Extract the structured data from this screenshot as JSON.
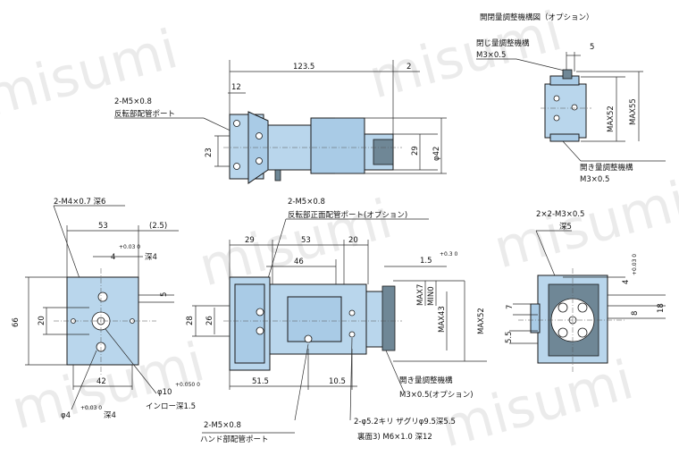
{
  "watermark": "misumi",
  "option_view": {
    "title": "開閉量調整機構図（オプション）",
    "close_label": "閉じ量調整機構",
    "close_spec": "M3×0.5",
    "open_label": "開き量調整機構",
    "open_spec": "M3×0.5",
    "dim_5": "5",
    "dim_max52": "MAX52",
    "dim_max55": "MAX55"
  },
  "top_view": {
    "dim_123_5": "123.5",
    "dim_2": "2",
    "dim_12": "12",
    "dim_23": "23",
    "dim_29": "29",
    "dim_phi42": "φ42",
    "port_spec": "2-M5×0.8",
    "port_label": "反転部配管ポート"
  },
  "left_view": {
    "tap_spec": "2-M4×0.7 深6",
    "dim_53": "53",
    "dim_2_5": "(2.5)",
    "dim_4": "4",
    "tol_4": "+0.03 0",
    "depth_4": "深4",
    "dim_5": "5",
    "dim_66": "66",
    "dim_20": "20",
    "dim_42": "42",
    "phi10": "φ10",
    "tol_10": "+0.050 0",
    "inlo_depth": "インロー深1.5",
    "phi4": "φ4",
    "tol_phi4": "+0.03 0",
    "phi4_depth": "深4"
  },
  "front_view": {
    "port_spec": "2-M5×0.8",
    "port_label": "反転部正面配管ポート(オプション)",
    "dim_29": "29",
    "dim_53": "53",
    "dim_20": "20",
    "dim_46": "46",
    "dim_1_5": "1.5",
    "tol_1_5": "+0.3 0",
    "dim_max7": "MAX7",
    "dim_min0": "MIN0",
    "dim_max43": "MAX43",
    "dim_max52": "MAX52",
    "dim_28": "28",
    "dim_26": "26",
    "dim_51_5": "51.5",
    "dim_10_5": "10.5",
    "open_label": "開き量調整機構",
    "open_spec": "M3×0.5(オプション)",
    "hand_spec": "2-M5×0.8",
    "hand_label": "ハンド部配管ポート",
    "drill_spec": "2-φ5.2キリ ザグリφ9.5深5.5",
    "back_spec": "裏面3) M6×1.0 深12"
  },
  "right_view": {
    "tap_spec": "2×2-M3×0.5",
    "depth": "深5",
    "dim_4": "4",
    "tol_4": "+0.03 0",
    "dim_7": "7",
    "dim_8": "8",
    "dim_18": "18",
    "dim_5_5": "5.5"
  }
}
